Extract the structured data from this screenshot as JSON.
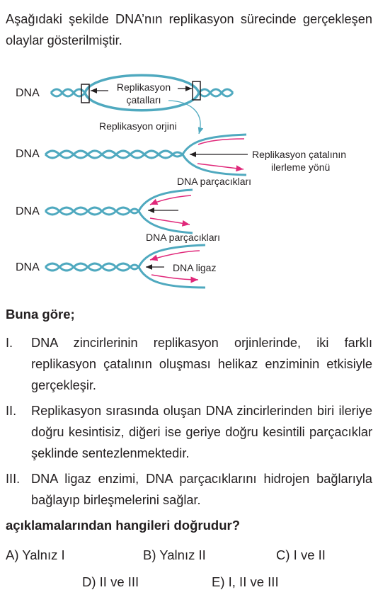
{
  "intro": "Aşağıdaki şekilde DNA’nın replikasyon sürecinde gerçekleşen olaylar gösterilmiştir.",
  "diagram": {
    "dna_label": "DNA",
    "fork_label_line1": "Replikasyon",
    "fork_label_line2": "çatalları",
    "origin_label": "Replikasyon orjini",
    "direction_label_line1": "Replikasyon çatalının",
    "direction_label_line2": "ilerleme yönü",
    "fragments_label": "DNA parçacıkları",
    "ligase_label": "DNA ligaz"
  },
  "question_intro": "Buna göre;",
  "statements": [
    {
      "num": "I.",
      "text": "DNA zincirlerinin replikasyon orjinlerinde, iki farklı replikasyon çatalının oluşması helikaz enziminin etkisiyle gerçekleşir."
    },
    {
      "num": "II.",
      "text": "Replikasyon sırasında oluşan DNA zincirlerinden biri ileriye doğru kesintisiz, diğeri ise geriye doğru kesintili parçacıklar şeklinde sentezlenmektedir."
    },
    {
      "num": "III.",
      "text": "DNA ligaz enzimi, DNA parçacıklarını hidrojen bağlarıyla bağlayıp birleşmelerini sağlar."
    }
  ],
  "question": "açıklamalarından hangileri doğrudur?",
  "options": [
    "A) Yalnız I",
    "B) Yalnız II",
    "C) I ve II",
    "D) II ve III",
    "E) I, II ve III"
  ],
  "colors": {
    "strand": "#4fa9bf",
    "new_strand": "#e0287a",
    "text": "#231f20",
    "arrow": "#231f20"
  }
}
